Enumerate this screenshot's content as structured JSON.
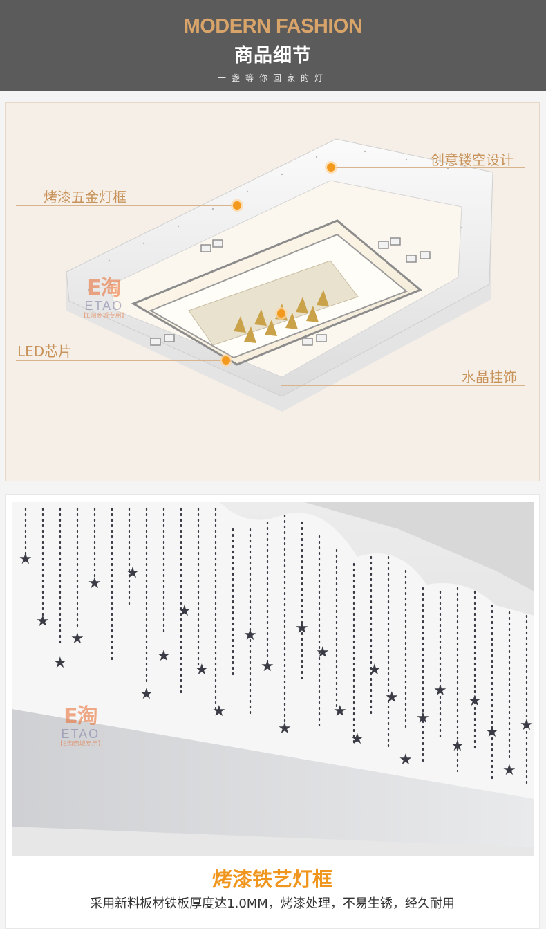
{
  "header": {
    "title_en": "MODERN FASHION",
    "title_cn": "商品细节",
    "tagline": "一盏等你回家的灯"
  },
  "panel1": {
    "callouts": {
      "frame": "烤漆五金灯框",
      "hollow": "创意镂空设计",
      "led": "LED芯片",
      "crystal": "水晶挂饰"
    }
  },
  "watermark": {
    "cn": "E淘",
    "en": "ETAO",
    "sub": "【E淘商城专用】"
  },
  "panel2": {
    "heading": "烤漆铁艺灯框",
    "description": "采用新料板材铁板厚度达1.0MM，烤漆处理，不易生锈，经久耐用"
  },
  "colors": {
    "header_bg": "#5b5b5b",
    "accent_gold": "#d9a46a",
    "callout_text": "#c8935a",
    "callout_dot": "#f39a1e",
    "heading_orange": "#f0961e"
  }
}
